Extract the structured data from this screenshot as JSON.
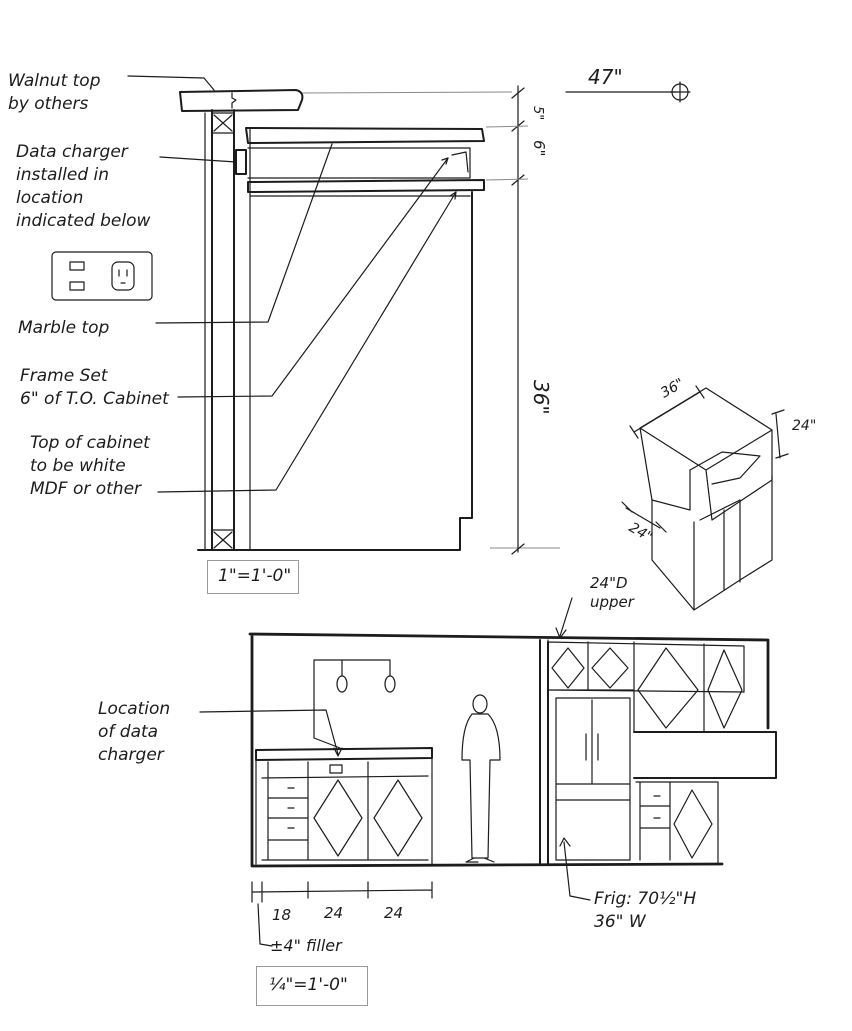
{
  "section_drawing": {
    "callouts": {
      "walnut_top": "Walnut top\nby others",
      "data_charger": "Data charger\ninstalled in\nlocation\nindicated below",
      "marble_top": "Marble top",
      "frame_set": "Frame Set\n6\" of T.O. Cabinet",
      "cabinet_top": "Top of cabinet\nto be white\nMDF or other"
    },
    "dimensions": {
      "overall_height": "47\"",
      "top_gap": "5\"",
      "frame_gap": "6\"",
      "cabinet_height": "36\""
    },
    "scale": "1\"=1'-0\""
  },
  "isometric_sketch": {
    "dim_width": "36\"",
    "dim_height": "24\"",
    "dim_depth": "24\""
  },
  "elevation_drawing": {
    "callouts": {
      "upper_depth": "24\"D\nupper",
      "data_charger_location": "Location\nof data\ncharger",
      "fridge": "Frig: 70½\"H\n36\" W",
      "filler": "±4\" filler"
    },
    "base_dimensions": [
      "18",
      "24",
      "24"
    ],
    "scale": "¼\"=1'-0\""
  }
}
